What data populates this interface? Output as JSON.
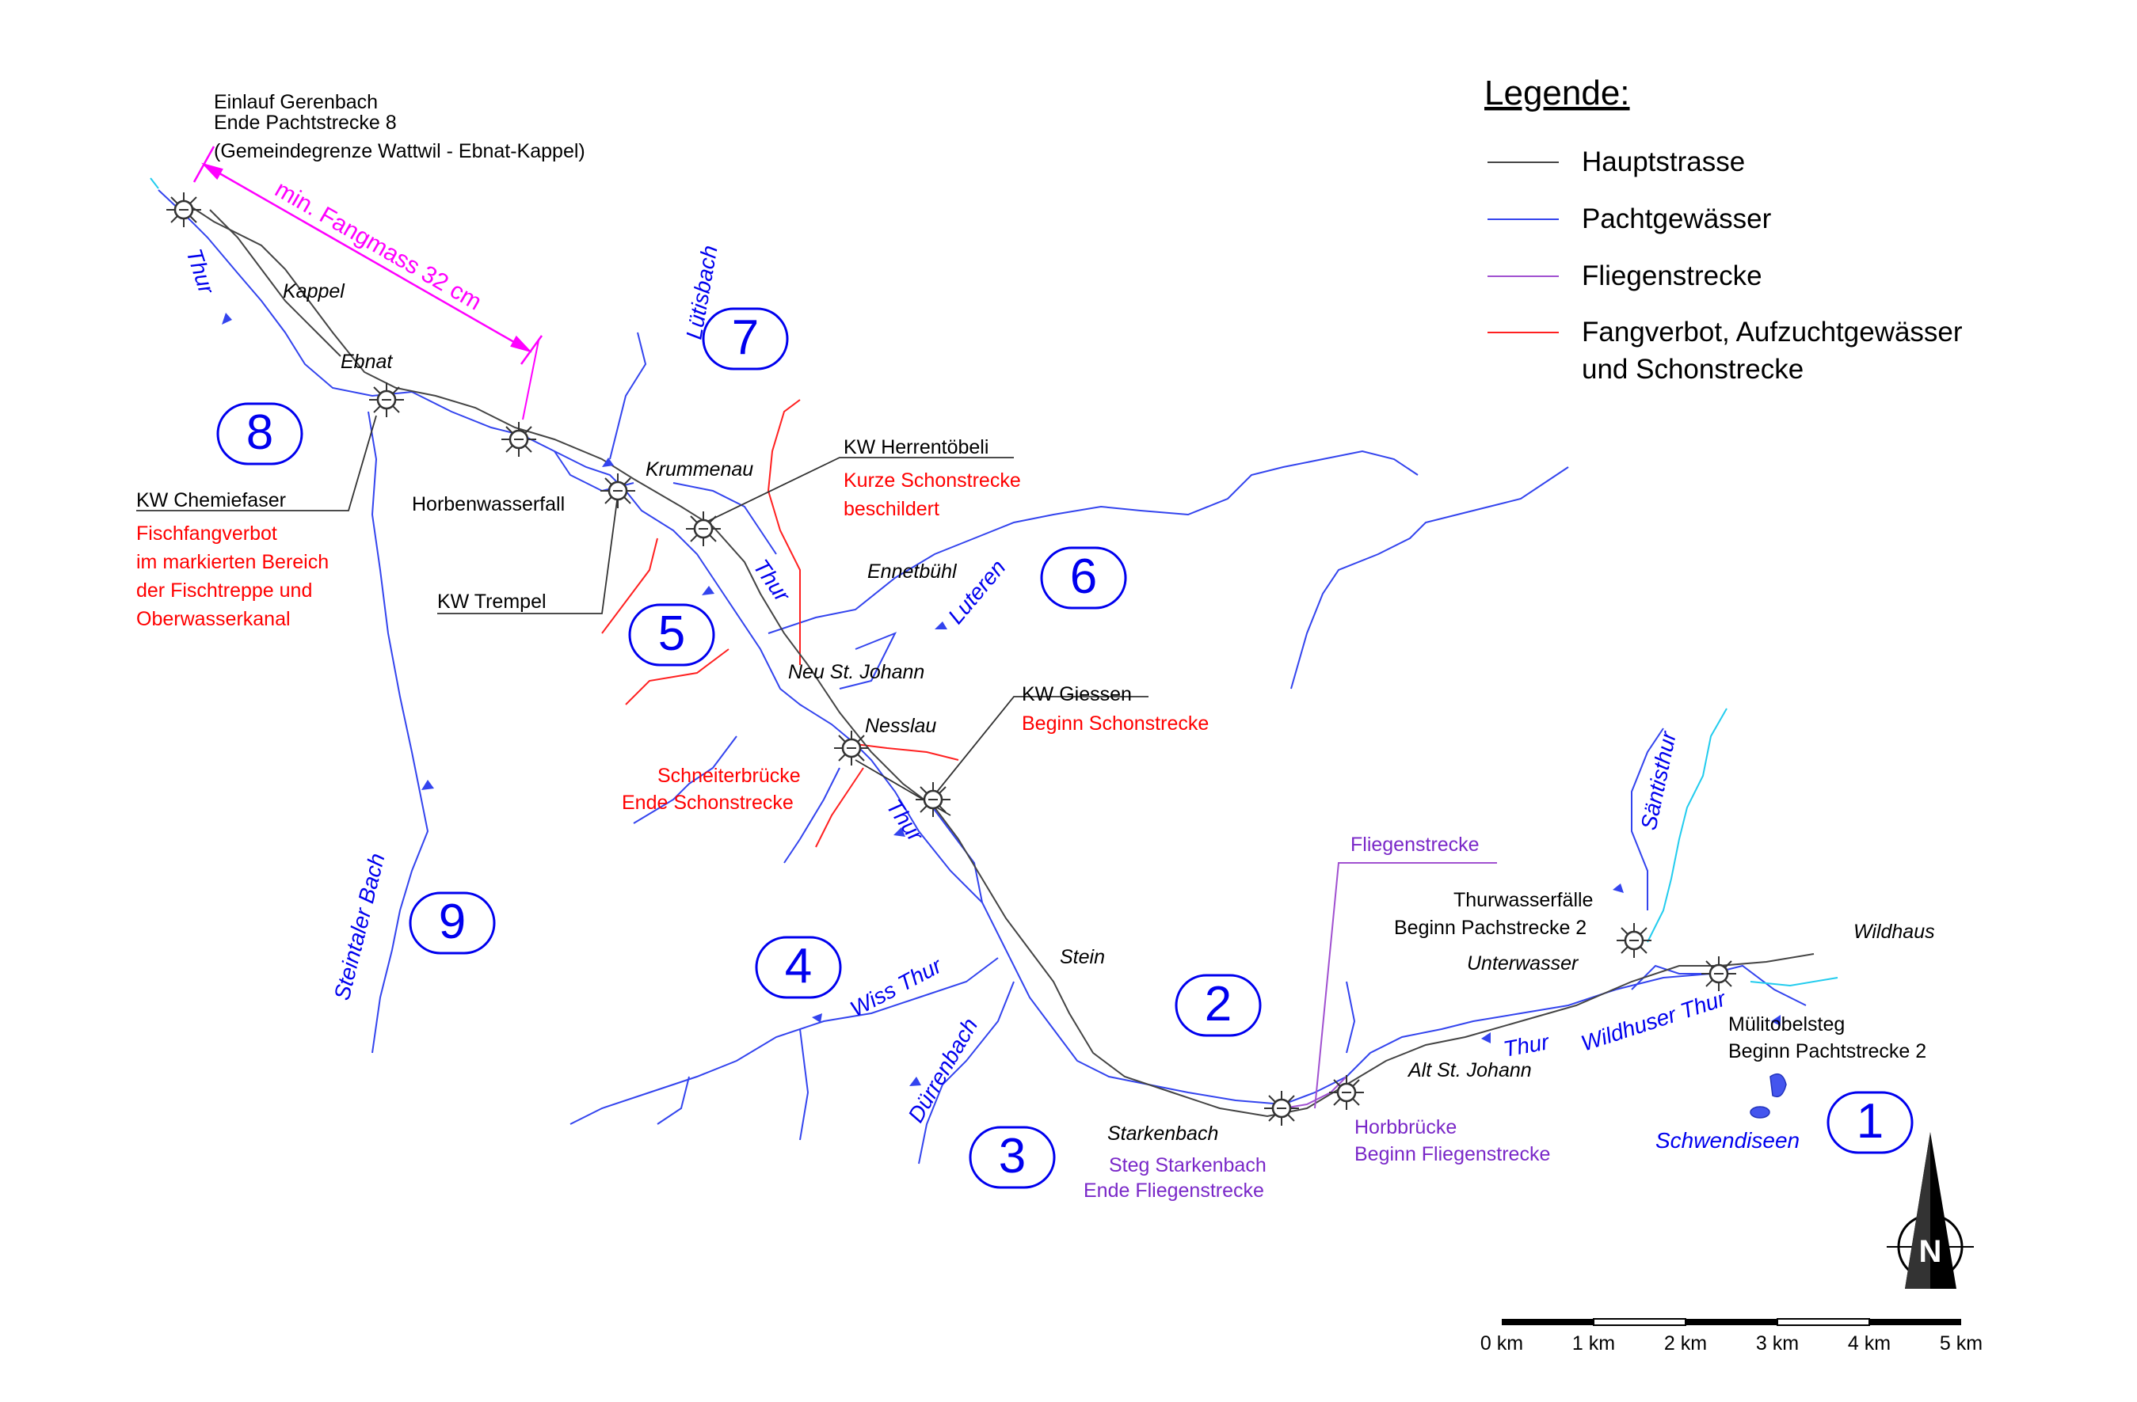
{
  "legend": {
    "title": "Legende:",
    "items": [
      {
        "label": "Hauptstrasse",
        "color": "#444444"
      },
      {
        "label": "Pachtgewässer",
        "color": "#3344ee"
      },
      {
        "label": "Fliegenstrecke",
        "color": "#a050d0"
      },
      {
        "label": "Fangverbot, Aufzuchtgewässer",
        "label2": "und Schonstrecke",
        "color": "#ff2020"
      }
    ]
  },
  "sections": [
    "1",
    "2",
    "3",
    "4",
    "5",
    "6",
    "7",
    "8",
    "9"
  ],
  "places": {
    "kappel": "Kappel",
    "ebnat": "Ebnat",
    "krummenau": "Krummenau",
    "ennetbuehl": "Ennetbühl",
    "neu_st_johann": "Neu St. Johann",
    "nesslau": "Nesslau",
    "stein": "Stein",
    "starkenbach": "Starkenbach",
    "unterwasser": "Unterwasser",
    "wildhaus": "Wildhaus",
    "alt_st_johann": "Alt St. Johann"
  },
  "rivers": {
    "thur": "Thur",
    "luetisbach": "Lütisbach",
    "luteren": "Luteren",
    "steintaler_bach": "Steintaler Bach",
    "wiss_thur": "Wiss Thur",
    "duerrenbach": "Dürrenbach",
    "saentisthur": "Säntisthur",
    "wildhuser_thur": "Wildhuser Thur",
    "schwendiseen": "Schwendiseen"
  },
  "annotations": {
    "einlauf_1": "Einlauf Gerenbach",
    "einlauf_2": "Ende Pachtstrecke 8",
    "einlauf_3": "(Gemeindegrenze Wattwil - Ebnat-Kappel)",
    "fangmass": "min. Fangmass 32 cm",
    "kw_chemiefaser": "KW Chemiefaser",
    "fischfang_1": "Fischfangverbot",
    "fischfang_2": "im markierten Bereich",
    "fischfang_3": "der Fischtreppe und",
    "fischfang_4": "Oberwasserkanal",
    "horbenwasserfall": "Horbenwasserfall",
    "kw_trempel": "KW Trempel",
    "kw_herrentoebeli": "KW Herrentöbeli",
    "kurze_1": "Kurze Schonstrecke",
    "kurze_2": "beschildert",
    "kw_giessen": "KW Giessen",
    "beginn_schon": "Beginn Schonstrecke",
    "schneiter_1": "Schneiterbrücke",
    "schneiter_2": "Ende Schonstrecke",
    "fliegen_top": "Fliegenstrecke",
    "thurfall_1": "Thurwasserfälle",
    "thurfall_2": "Beginn Pachstrecke 2",
    "muelitobel_1": "Mülitobelsteg",
    "muelitobel_2": "Beginn Pachtstrecke 2",
    "steg_1": "Steg Starkenbach",
    "steg_2": "Ende Fliegenstrecke",
    "horb_1": "Horbbrücke",
    "horb_2": "Beginn Fliegenstrecke"
  },
  "scale": {
    "labels": [
      "0 km",
      "1 km",
      "2 km",
      "3 km",
      "4 km",
      "5 km"
    ]
  },
  "north": "N",
  "colors": {
    "road": "#444444",
    "river": "#3344ee",
    "fly": "#a050d0",
    "ban": "#ff2020",
    "cyan": "#22ccee",
    "text_blue": "#0000ee"
  }
}
